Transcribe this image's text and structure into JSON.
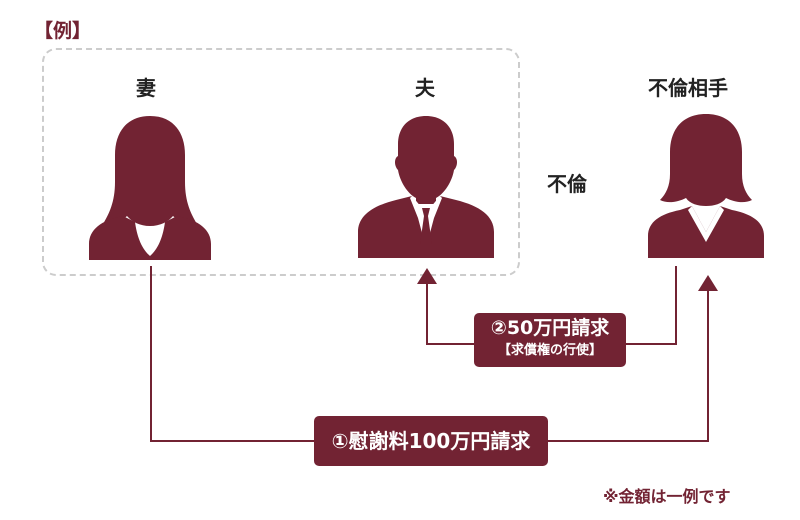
{
  "example_label": "【例】",
  "persons": {
    "wife": {
      "label": "妻",
      "icon": "woman-silhouette-icon"
    },
    "husband": {
      "label": "夫",
      "icon": "businessman-silhouette-icon"
    },
    "affair_partner": {
      "label": "不倫相手",
      "icon": "businesswoman-silhouette-icon"
    }
  },
  "relation_label": "不倫",
  "claims": {
    "first": {
      "label": "①慰謝料100万円請求"
    },
    "second": {
      "label": "②50万円請求",
      "sub_label": "【求償権の行使】"
    }
  },
  "note": "※金額は一例です",
  "colors": {
    "accent": "#722333",
    "text": "#222222",
    "dashed_border": "#cccccc"
  }
}
